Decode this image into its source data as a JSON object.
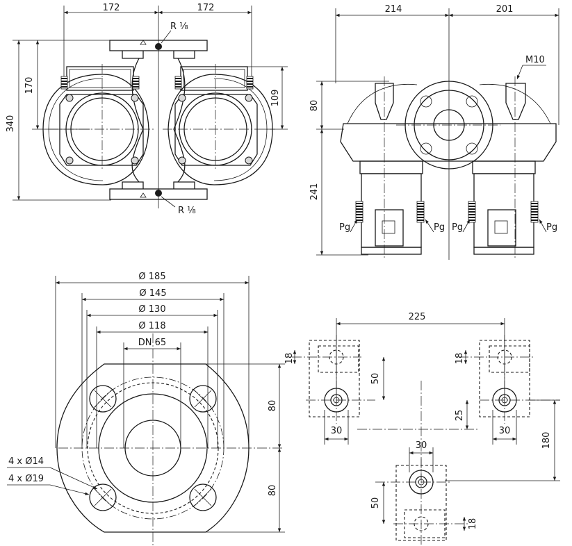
{
  "front_view": {
    "dim_left_width": "172",
    "dim_right_width": "172",
    "dim_total_height": "340",
    "dim_upper_height": "170",
    "dim_right_height": "109",
    "port_top_label": "R ⅛",
    "port_bottom_label": "R ⅛"
  },
  "side_view": {
    "dim_left_width": "214",
    "dim_right_width": "201",
    "dim_upper_height": "80",
    "dim_lower_height": "241",
    "bolt_label": "M10",
    "gland_labels": [
      "Pg",
      "Pg",
      "Pg",
      "Pg"
    ]
  },
  "flange_view": {
    "dia_outer": "Ø 185",
    "dia_bolt_circle": "Ø 145",
    "dia_raised_face": "Ø 130",
    "dia_bore_circle": "Ø 118",
    "nominal_size": "DN 65",
    "dim_upper_height": "80",
    "dim_lower_height": "80",
    "hole_small": "4 x Ø14",
    "hole_large": "4 x Ø19"
  },
  "foot_layout": {
    "dim_spacing": "225",
    "dim_offset_left": "18",
    "dim_vertical_left": "50",
    "dim_offset_right": "18",
    "dim_width_left": "30",
    "dim_small_height": "25",
    "dim_width_right": "30",
    "dim_total_height": "180",
    "dim_width_bottom": "30",
    "dim_vertical_bottom": "50",
    "dim_offset_bottom": "18"
  }
}
